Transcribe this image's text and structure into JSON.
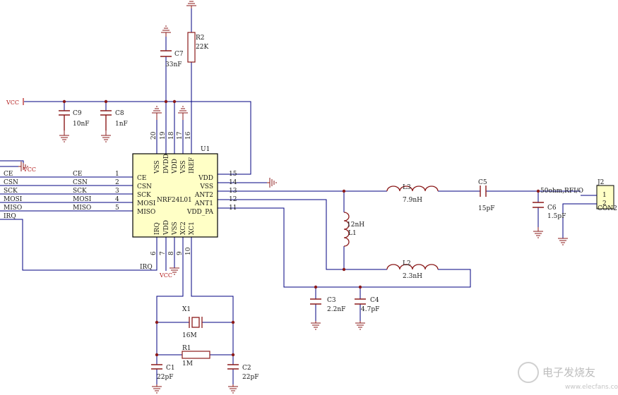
{
  "colors": {
    "wire": "#000080",
    "part": "#8b1a1a",
    "chip_fill": "#ffffc6",
    "power": "#b31b1b",
    "ground": "#8b1a1a",
    "watermark": "#bdbdbd"
  },
  "u1": {
    "ref": "U1",
    "part": "NRF24L01",
    "left_pins": [
      {
        "name": "CE",
        "num": "1"
      },
      {
        "name": "CSN",
        "num": "2"
      },
      {
        "name": "SCK",
        "num": "3"
      },
      {
        "name": "MOSI",
        "num": "4"
      },
      {
        "name": "MISO",
        "num": "5"
      }
    ],
    "right_pins": [
      {
        "name": "VDD",
        "num": "15"
      },
      {
        "name": "VSS",
        "num": "14"
      },
      {
        "name": "ANT2",
        "num": "13"
      },
      {
        "name": "ANT1",
        "num": "12"
      },
      {
        "name": "VDD_PA",
        "num": "11"
      }
    ],
    "top_pins": [
      {
        "name": "VSS",
        "num": "20"
      },
      {
        "name": "DVDD",
        "num": "19"
      },
      {
        "name": "VDD",
        "num": "18"
      },
      {
        "name": "VSS",
        "num": "17"
      },
      {
        "name": "IREF",
        "num": "16"
      }
    ],
    "bottom_pins": [
      {
        "name": "IRQ",
        "num": "6"
      },
      {
        "name": "VDD",
        "num": "7"
      },
      {
        "name": "VSS",
        "num": "8"
      },
      {
        "name": "XC2",
        "num": "9"
      },
      {
        "name": "XC1",
        "num": "10"
      }
    ]
  },
  "nets": {
    "left_outer": [
      "CE",
      "CSN",
      "SCK",
      "MOSI",
      "MISO",
      "IRQ"
    ],
    "left_inner": [
      "CE",
      "CSN",
      "SCK",
      "MOSI",
      "MISO"
    ],
    "irq": "IRQ",
    "vcc": "VCC",
    "rf_out": "50ohm,RFI/O"
  },
  "components": {
    "c9": {
      "ref": "C9",
      "value": "10nF"
    },
    "c8": {
      "ref": "C8",
      "value": "1nF"
    },
    "c7": {
      "ref": "C7",
      "value": "33nF"
    },
    "r2": {
      "ref": "R2",
      "value": "22K"
    },
    "l3": {
      "ref": "L3",
      "value": "7.9nH"
    },
    "c5": {
      "ref": "C5",
      "value": "15pF"
    },
    "c6": {
      "ref": "C6",
      "value": "1.5pF"
    },
    "l1": {
      "ref": "L1",
      "value": "12nH"
    },
    "l2": {
      "ref": "L2",
      "value": "2.3nH"
    },
    "c3": {
      "ref": "C3",
      "value": "2.2nF"
    },
    "c4": {
      "ref": "C4",
      "value": "4.7pF"
    },
    "x1": {
      "ref": "X1",
      "value": "16M"
    },
    "r1": {
      "ref": "R1",
      "value": "1M"
    },
    "c1": {
      "ref": "C1",
      "value": "22pF"
    },
    "c2": {
      "ref": "C2",
      "value": "22pF"
    }
  },
  "connector": {
    "ref": "J2",
    "pin1": "1",
    "pin2": "2",
    "part": "CON2"
  },
  "watermark": "电子发烧友",
  "watermark_url": "www.elecfans.com"
}
